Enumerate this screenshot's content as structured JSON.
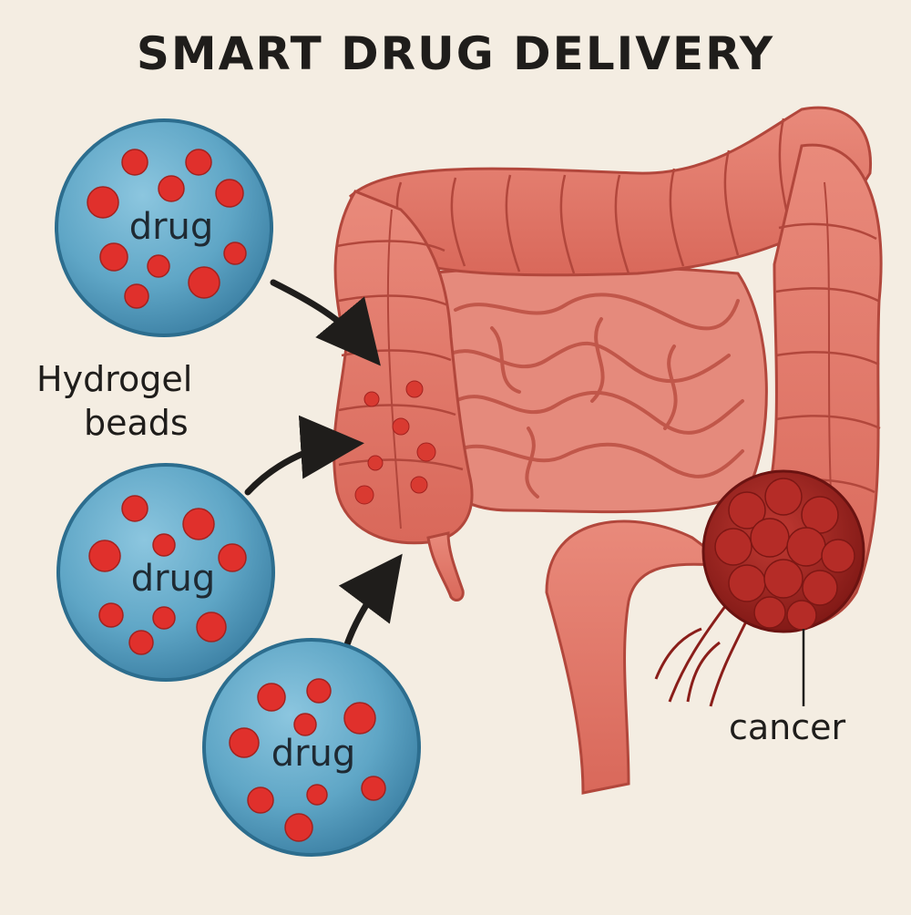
{
  "title": "SMART DRUG DELIVERY",
  "beads": {
    "label_line1": "Hydrogel",
    "label_line2": "beads",
    "drug_labels": [
      "drug",
      "drug",
      "drug"
    ],
    "fill_color": "#5fa6c6",
    "edge_color": "#2c6d8e",
    "particle_color": "#e0302c"
  },
  "colon": {
    "tissue_color": "#e27667",
    "tissue_dark": "#b2473c"
  },
  "tumor": {
    "label": "cancer",
    "color": "#a3221f"
  }
}
